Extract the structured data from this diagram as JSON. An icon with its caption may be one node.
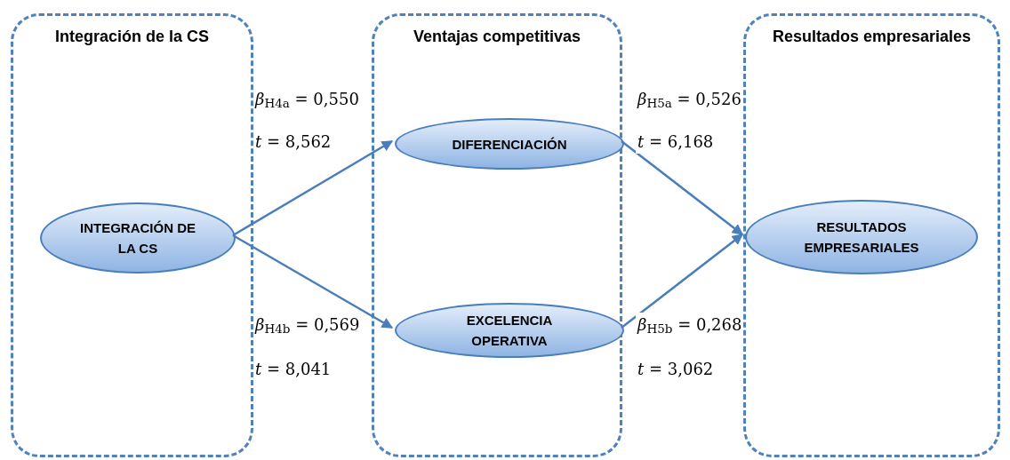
{
  "diagram": {
    "nodes": [
      {
        "text": [
          "Integración de la CS"
        ]
      },
      {
        "text": [
          "Ventajas competitivas"
        ]
      },
      {
        "text": [
          "Resultados empresariales"
        ]
      },
      {
        "text": [
          "INTEGRACIÓN DE LA CS"
        ],
        "in": 0
      },
      {
        "text": [
          "DIFERENCIACIÓN"
        ],
        "in": 1
      },
      {
        "text": [
          "EXCELENCIA OPERATIVA"
        ],
        "in": 1
      },
      {
        "text": [
          "RESULTADOS EMPRESARIALES"
        ],
        "in": 2
      }
    ],
    "edges": [
      {
        "from": 3,
        "to": 4,
        "arrow": "to"
      },
      {
        "from": 3,
        "to": 5,
        "arrow": "to"
      },
      {
        "from": 4,
        "to": 6,
        "arrow": "to"
      },
      {
        "from": 5,
        "to": 6,
        "arrow": "to"
      }
    ],
    "labels": [
      "*β*$_{H4a}$ = 0,550",
      "*t* = 8,562",
      "*β*$_{H5a}$ = 0,526",
      "*t* = 6,168",
      "*β*$_{H4b}$ = 0,569",
      "*β*$_{H5b}$ = 0,268",
      "*t* = 8,041",
      "*t* = 3,062"
    ]
  }
}
